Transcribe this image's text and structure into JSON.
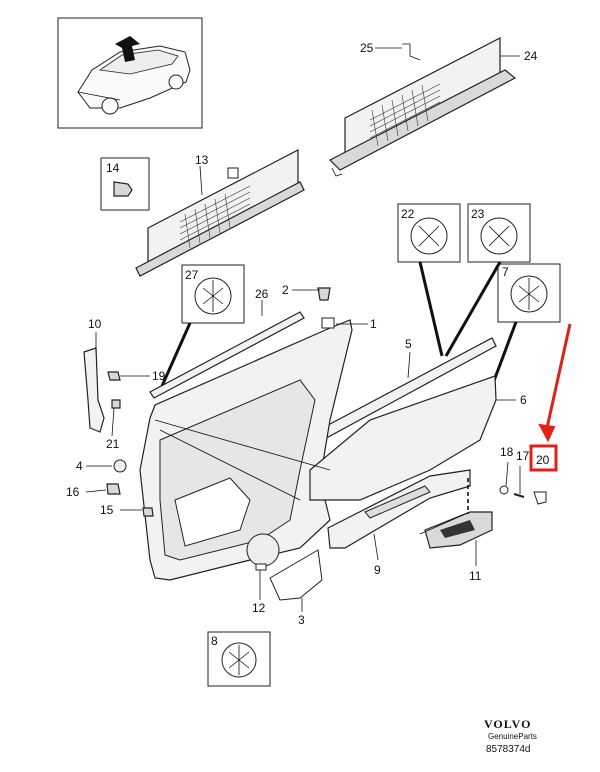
{
  "diagram": {
    "callouts": [
      {
        "id": "1",
        "text": "1"
      },
      {
        "id": "2",
        "text": "2"
      },
      {
        "id": "3",
        "text": "3"
      },
      {
        "id": "4",
        "text": "4"
      },
      {
        "id": "5",
        "text": "5"
      },
      {
        "id": "6",
        "text": "6"
      },
      {
        "id": "7",
        "text": "7"
      },
      {
        "id": "8",
        "text": "8"
      },
      {
        "id": "9",
        "text": "9"
      },
      {
        "id": "10",
        "text": "10"
      },
      {
        "id": "11",
        "text": "11"
      },
      {
        "id": "12",
        "text": "12"
      },
      {
        "id": "13",
        "text": "13"
      },
      {
        "id": "14",
        "text": "14"
      },
      {
        "id": "15",
        "text": "15"
      },
      {
        "id": "16",
        "text": "16"
      },
      {
        "id": "17",
        "text": "17"
      },
      {
        "id": "18",
        "text": "18"
      },
      {
        "id": "19",
        "text": "19"
      },
      {
        "id": "20",
        "text": "20"
      },
      {
        "id": "21",
        "text": "21"
      },
      {
        "id": "22",
        "text": "22"
      },
      {
        "id": "23",
        "text": "23"
      },
      {
        "id": "24",
        "text": "24"
      },
      {
        "id": "25",
        "text": "25"
      },
      {
        "id": "26",
        "text": "26"
      },
      {
        "id": "27",
        "text": "27"
      }
    ],
    "highlight": {
      "part": "20",
      "color": "#e0201b"
    },
    "footer": {
      "brand": "VOLVO",
      "tagline": "GenuineParts",
      "code": "8578374d"
    },
    "colors": {
      "line": "#111111",
      "highlight": "#e0201b"
    }
  }
}
